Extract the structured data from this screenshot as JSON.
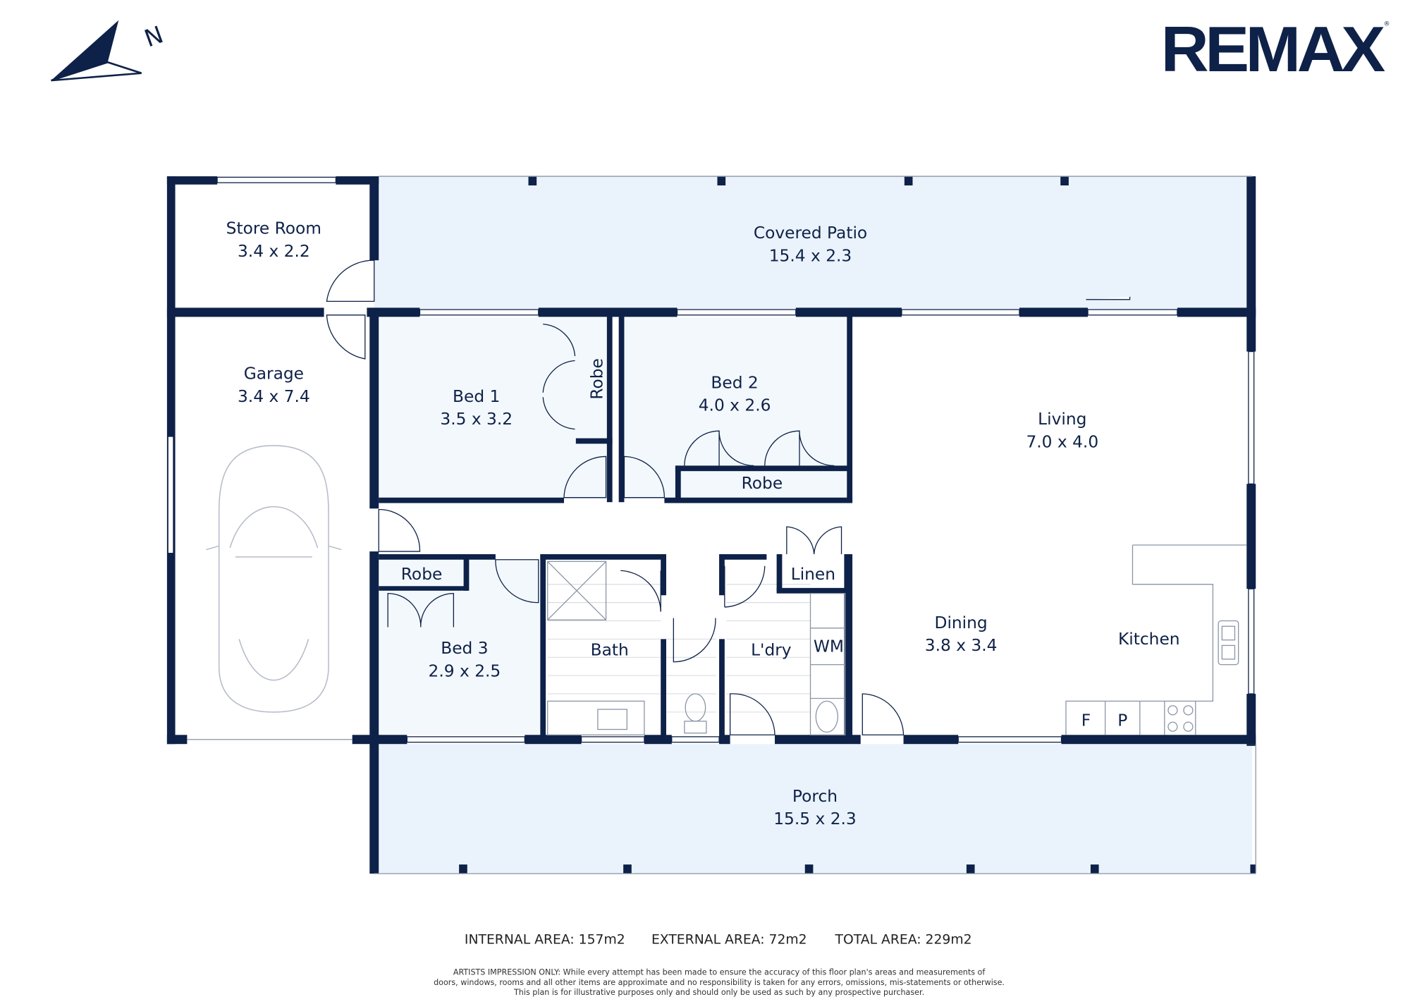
{
  "brand": {
    "logo_text": "RE/MAX",
    "color": "#0e2148"
  },
  "compass": {
    "label": "N"
  },
  "rooms": {
    "store_room": {
      "name": "Store Room",
      "dims": "3.4 x 2.2"
    },
    "covered_patio": {
      "name": "Covered Patio",
      "dims": "15.4 x 2.3"
    },
    "garage": {
      "name": "Garage",
      "dims": "3.4 x 7.4"
    },
    "bed1": {
      "name": "Bed 1",
      "dims": "3.5 x 3.2"
    },
    "bed1_robe": {
      "name": "Robe"
    },
    "bed2": {
      "name": "Bed 2",
      "dims": "4.0 x 2.6"
    },
    "bed2_robe": {
      "name": "Robe"
    },
    "living": {
      "name": "Living",
      "dims": "7.0 x 4.0"
    },
    "bed3_robe": {
      "name": "Robe"
    },
    "bed3": {
      "name": "Bed 3",
      "dims": "2.9 x 2.5"
    },
    "bath": {
      "name": "Bath"
    },
    "laundry": {
      "name": "L'dry"
    },
    "wm": {
      "name": "WM"
    },
    "linen": {
      "name": "Linen"
    },
    "dining": {
      "name": "Dining",
      "dims": "3.8 x 3.4"
    },
    "kitchen": {
      "name": "Kitchen"
    },
    "fridge": {
      "name": "F"
    },
    "pantry": {
      "name": "P"
    },
    "porch": {
      "name": "Porch",
      "dims": "15.5 x 2.3"
    }
  },
  "areas": {
    "internal": "INTERNAL AREA: 157m2",
    "external": "EXTERNAL AREA: 72m2",
    "total": "TOTAL AREA: 229m2"
  },
  "disclaimer": [
    "ARTISTS IMPRESSION ONLY: While every attempt has been made to ensure the accuracy of this floor plan's areas and measurements of",
    "doors, windows, rooms and all other items are approximate and no responsibility is taken for any errors, omissions, mis-statements or otherwise.",
    "This plan is for illustrative purposes only and should only be used as such by any prospective purchaser."
  ],
  "colors": {
    "wall": "#0e2148",
    "outdoor_fill": "#eaf3fb",
    "room_fill": "#f3f8fc"
  }
}
